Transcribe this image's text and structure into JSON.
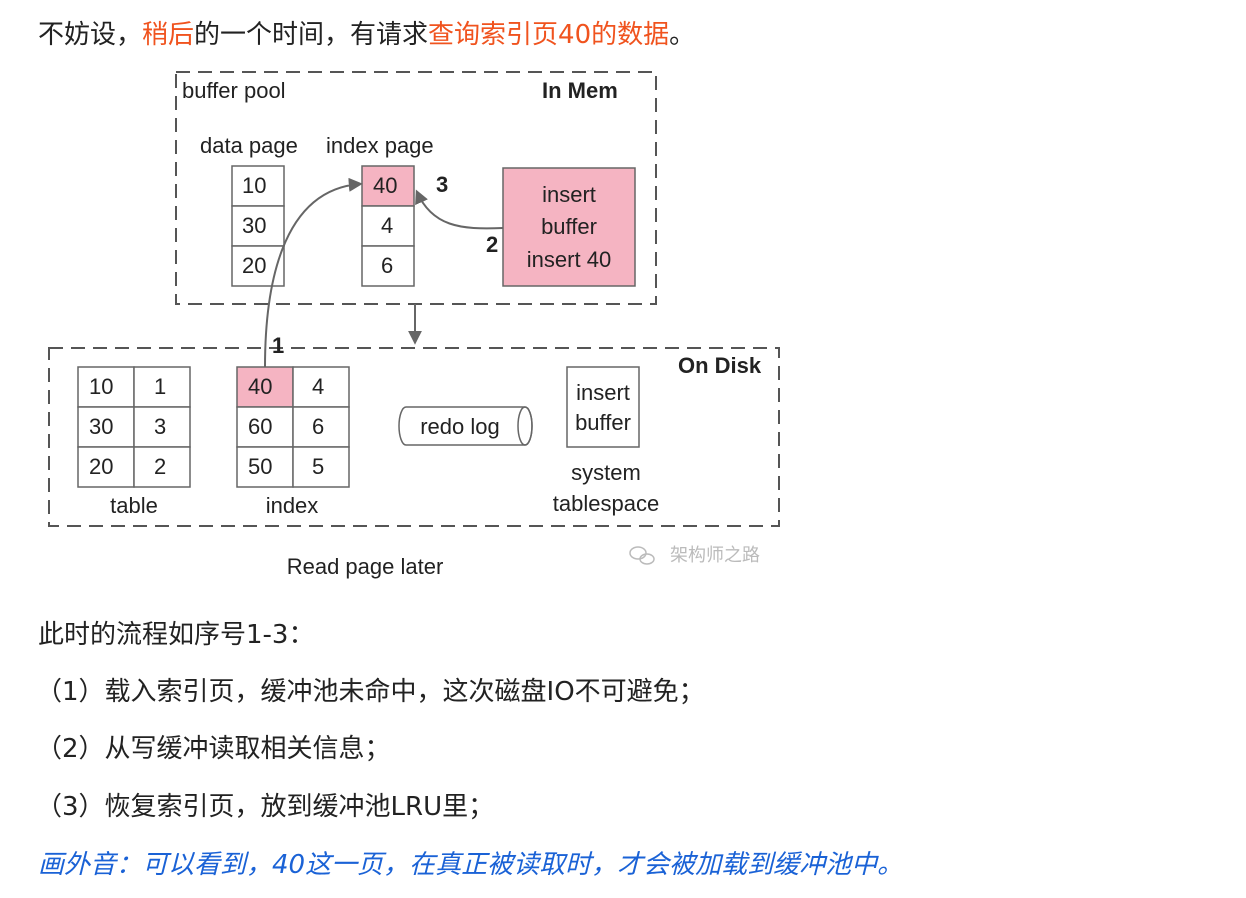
{
  "intro": {
    "part1": "不妨设，",
    "highlight1": "稍后",
    "part2": "的一个时间，有请求",
    "highlight2": "查询索引页40的数据",
    "part3": "。"
  },
  "diagram": {
    "buffer_pool_label": "buffer pool",
    "in_mem_label": "In Mem",
    "data_page_label": "data page",
    "index_page_label": "index page",
    "data_page_cells": [
      "10",
      "30",
      "20"
    ],
    "index_page_cells": [
      "40",
      "4",
      "6"
    ],
    "insert_buffer_mem": [
      "insert",
      "buffer",
      "insert  40"
    ],
    "step1": "1",
    "step2": "2",
    "step3": "3",
    "on_disk_label": "On Disk",
    "table_rows": [
      [
        "10",
        "1"
      ],
      [
        "30",
        "3"
      ],
      [
        "20",
        "2"
      ]
    ],
    "table_label": "table",
    "index_rows": [
      [
        "40",
        "4"
      ],
      [
        "60",
        "6"
      ],
      [
        "50",
        "5"
      ]
    ],
    "index_label": "index",
    "redo_log": "redo log",
    "insert_buffer_disk": [
      "insert",
      "buffer"
    ],
    "system_tablespace": [
      "system",
      "tablespace"
    ],
    "caption": "Read page later",
    "watermark": "架构师之路",
    "colors": {
      "highlight_cell": "#f5b4c2",
      "accent_text": "#f0531e",
      "note_text": "#1a62d6"
    }
  },
  "flow_title": "此时的流程如序号1-3：",
  "steps": [
    "（1）载入索引页，缓冲池未命中，这次磁盘IO不可避免；",
    "（2）从写缓冲读取相关信息；",
    "（3）恢复索引页，放到缓冲池LRU里；"
  ],
  "note": "画外音：可以看到，40这一页，在真正被读取时，才会被加载到缓冲池中。"
}
